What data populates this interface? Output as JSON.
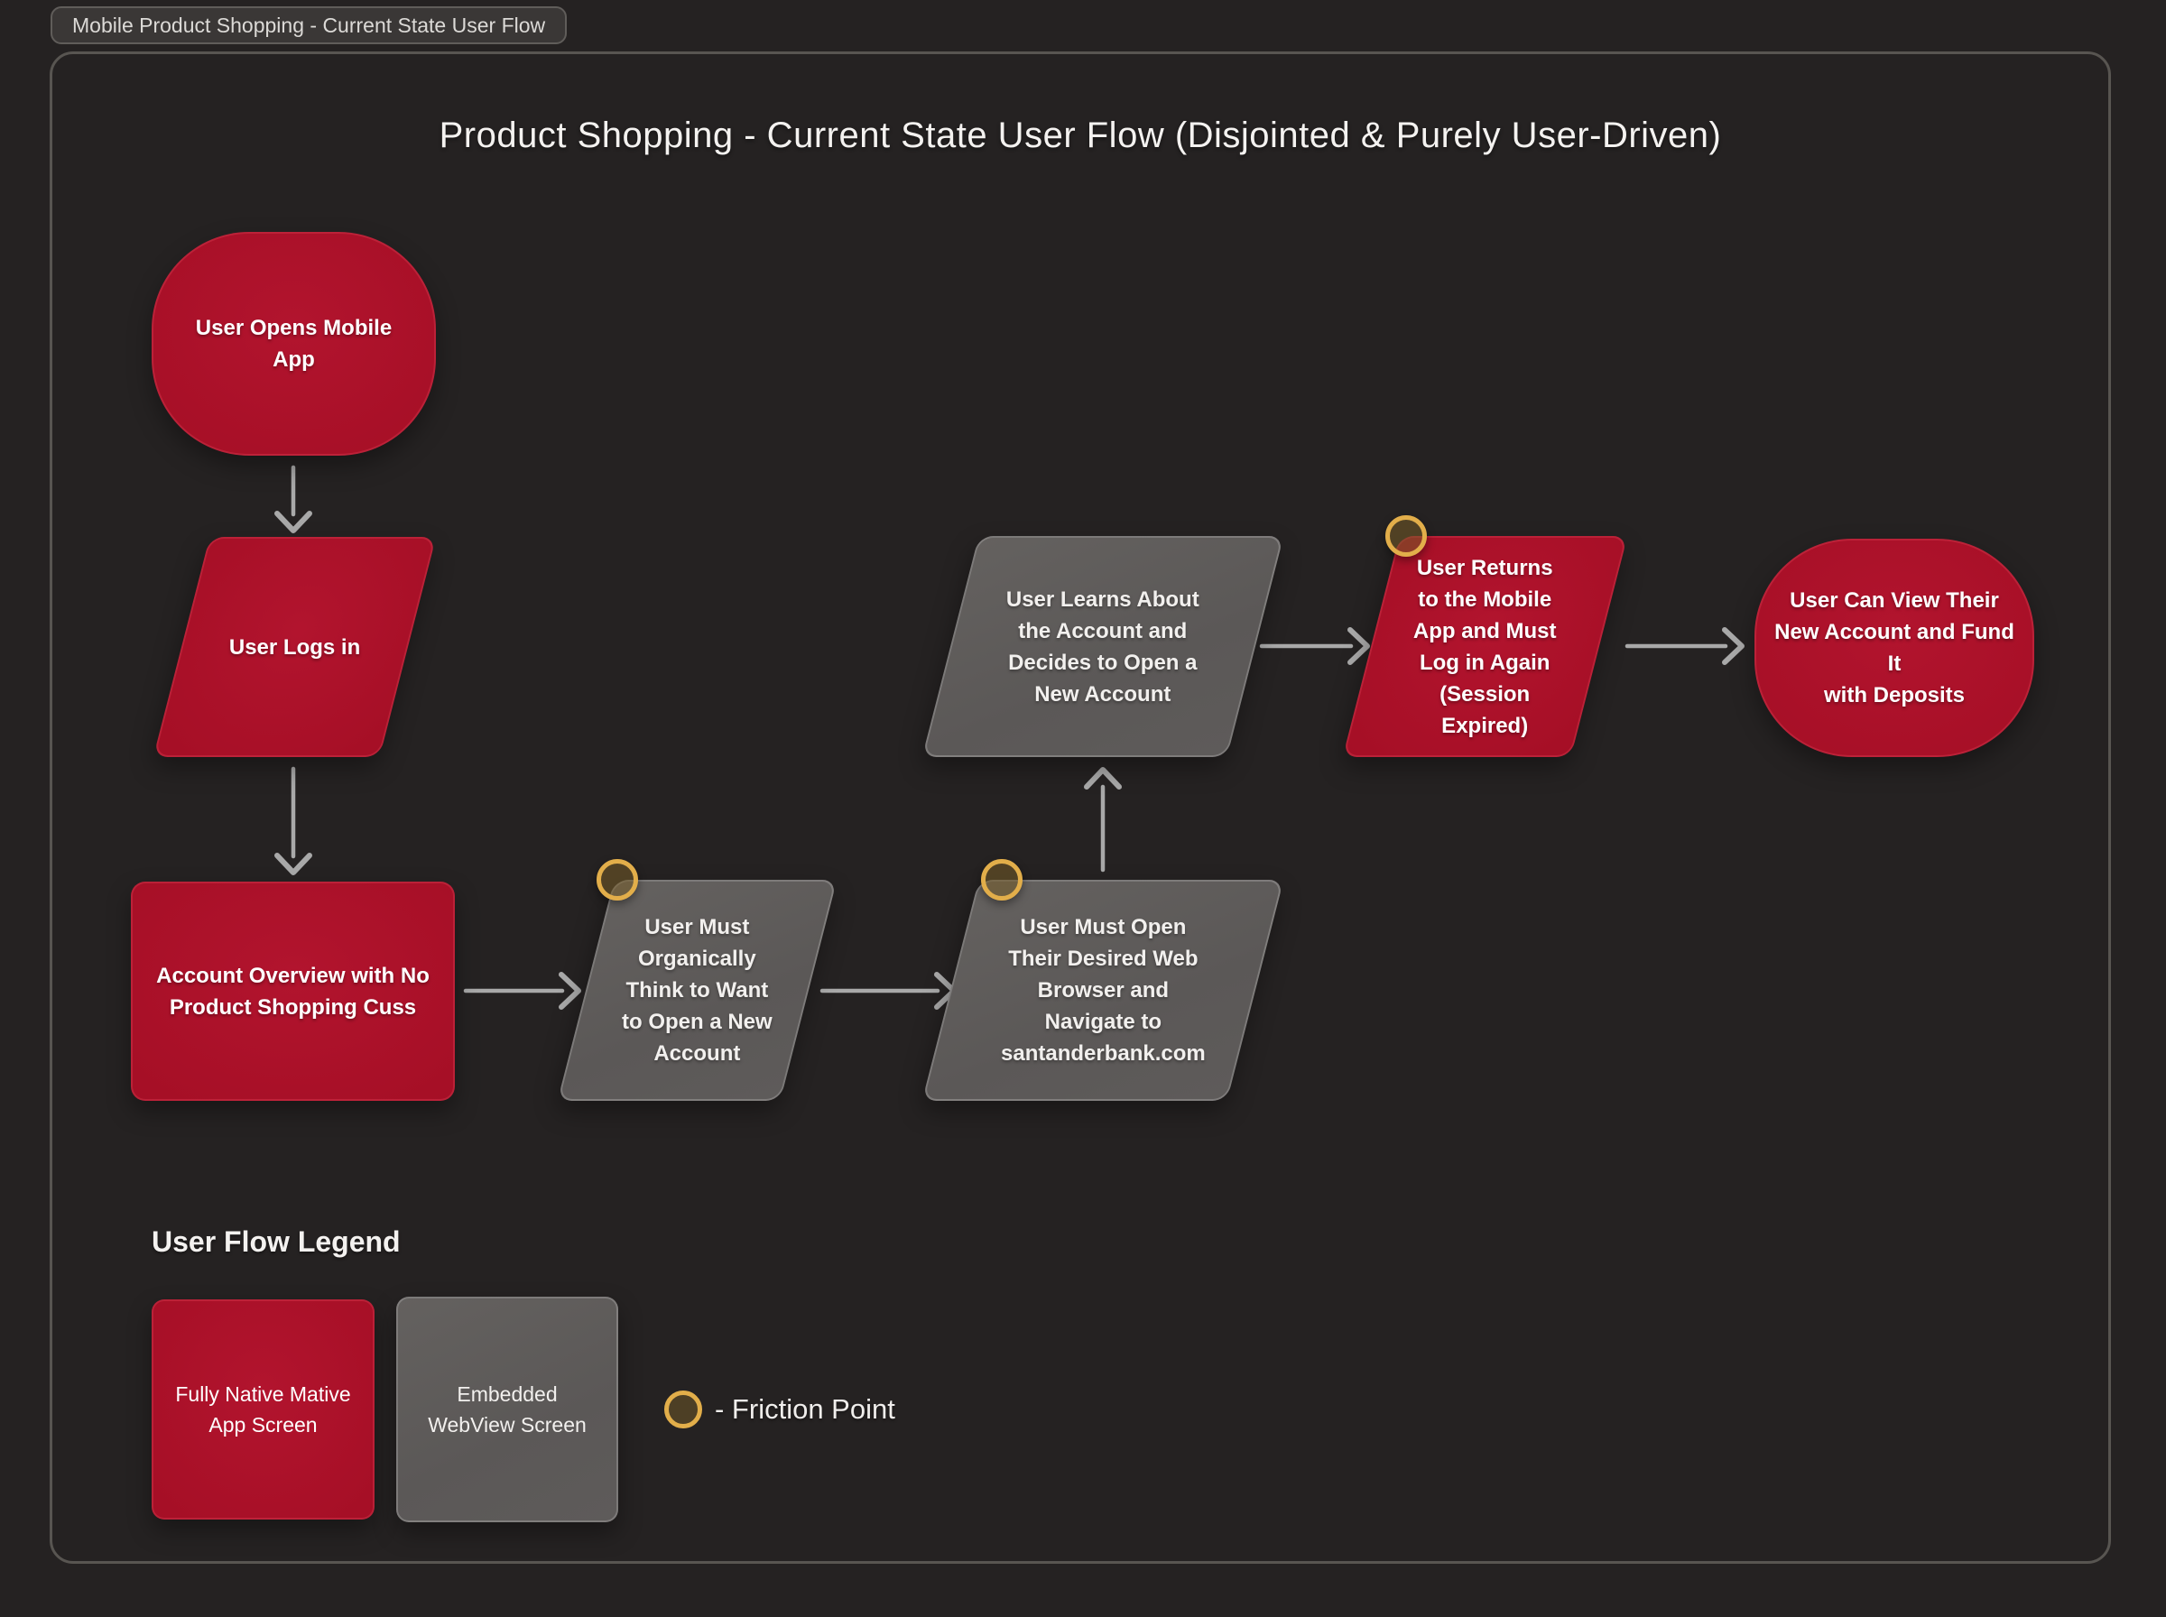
{
  "window": {
    "tab_title": "Mobile Product Shopping - Current State User Flow"
  },
  "diagram": {
    "title": "Product Shopping - Current State User Flow (Disjointed & Purely User-Driven)",
    "nodes": {
      "open_app": {
        "label": "User Opens Mobile App",
        "shape": "rounded",
        "screen_type": "native",
        "friction_point": false
      },
      "logs_in": {
        "label": "User Logs in",
        "shape": "parallelogram",
        "screen_type": "native",
        "friction_point": false
      },
      "account_overview": {
        "label": "Account Overview with No\nProduct Shopping Cuss",
        "shape": "rectangle",
        "screen_type": "native",
        "friction_point": false
      },
      "organic_think": {
        "label": "User Must\nOrganically\nThink to Want\nto Open a New\nAccount",
        "shape": "parallelogram",
        "screen_type": "webview",
        "friction_point": true
      },
      "open_browser": {
        "label": "User Must Open\nTheir Desired Web\nBrowser and\nNavigate to\nsantanderbank.com",
        "shape": "parallelogram",
        "screen_type": "webview",
        "friction_point": true
      },
      "learns_account": {
        "label": "User Learns About\nthe Account and\nDecides to Open a\nNew Account",
        "shape": "parallelogram",
        "screen_type": "webview",
        "friction_point": false
      },
      "returns_app": {
        "label": "User Returns\nto the Mobile\nApp and Must\nLog in Again\n(Session\nExpired)",
        "shape": "parallelogram",
        "screen_type": "native",
        "friction_point": true
      },
      "view_account": {
        "label": "User Can View Their\nNew Account and Fund It\nwith Deposits",
        "shape": "rounded",
        "screen_type": "native",
        "friction_point": false
      }
    },
    "legend": {
      "title": "User Flow Legend",
      "native_label": "Fully Native Mative\nApp Screen",
      "webview_label": "Embedded\nWebView Screen",
      "friction_label": "- Friction Point"
    },
    "colors": {
      "native_screen": "#a60f26",
      "webview_screen": "#5d5a59",
      "friction_ring": "#e2ae4a",
      "connector": "#a9a9a9",
      "background": "#252222"
    }
  }
}
